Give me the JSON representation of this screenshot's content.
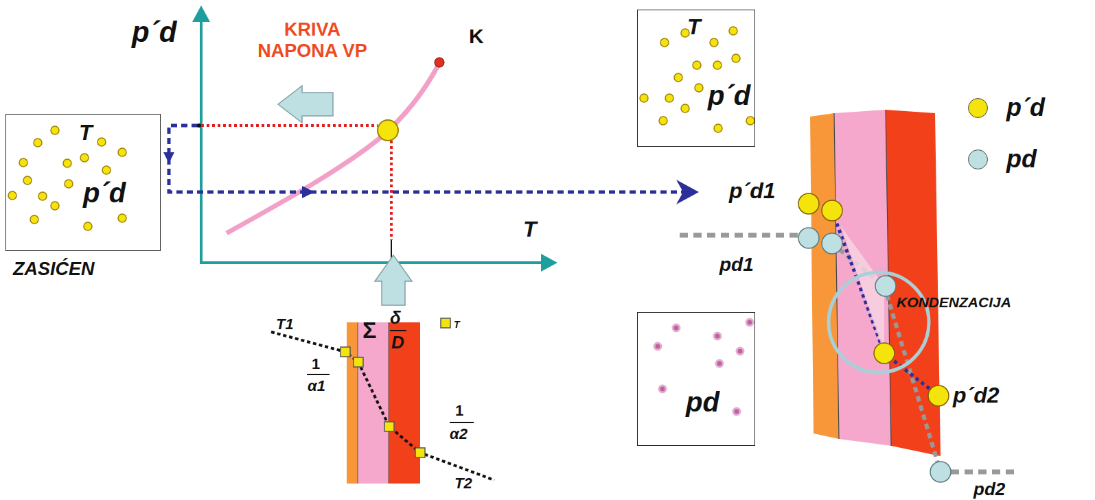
{
  "diagram": {
    "nodes": [
      {
        "text": [
          "T",
          "p´d",
          "ZASIĆEN"
        ]
      },
      {
        "text": [
          "T",
          "p´d"
        ]
      },
      {
        "text": [
          "pd"
        ]
      }
    ],
    "labels": [
      "p´d",
      "KRIVA NAPONA VP",
      "K",
      "T",
      "T1",
      "1",
      "α1",
      "Σ",
      "δ",
      "D",
      "T",
      "1",
      "α2",
      "T2",
      "p´d1",
      "pd1",
      "KONDENZACIJA",
      "p´d2",
      "pd2"
    ],
    "legend": [
      {
        "text": "p´d",
        "color": "#f5e40c"
      },
      {
        "text": "pd",
        "color": "#bfe0e2"
      }
    ]
  }
}
